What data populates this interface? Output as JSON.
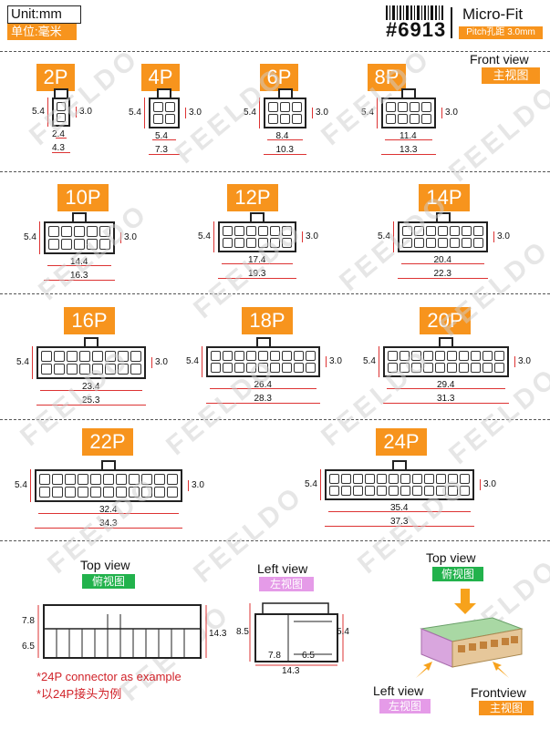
{
  "header": {
    "unit": "Unit:mm",
    "unit_cn": "单位:毫米",
    "model": "#6913",
    "title": "Micro-Fit",
    "pitch": "Pitch孔距 3.0mm"
  },
  "front_view": {
    "title": "Front view",
    "cn": "主视图"
  },
  "watermark": "FEELDO",
  "connectors": [
    {
      "label": "2P",
      "h": "5.4",
      "p": "3.0",
      "w1": "2.4",
      "w2": "4.3"
    },
    {
      "label": "4P",
      "h": "5.4",
      "p": "3.0",
      "w1": "5.4",
      "w2": "7.3"
    },
    {
      "label": "6P",
      "h": "5.4",
      "p": "3.0",
      "w1": "8.4",
      "w2": "10.3"
    },
    {
      "label": "8P",
      "h": "5.4",
      "p": "3.0",
      "w1": "11.4",
      "w2": "13.3"
    },
    {
      "label": "10P",
      "h": "5.4",
      "p": "3.0",
      "w1": "14.4",
      "w2": "16.3"
    },
    {
      "label": "12P",
      "h": "5.4",
      "p": "3.0",
      "w1": "17.4",
      "w2": "19.3"
    },
    {
      "label": "14P",
      "h": "5.4",
      "p": "3.0",
      "w1": "20.4",
      "w2": "22.3"
    },
    {
      "label": "16P",
      "h": "5.4",
      "p": "3.0",
      "w1": "23.4",
      "w2": "25.3"
    },
    {
      "label": "18P",
      "h": "5.4",
      "p": "3.0",
      "w1": "26.4",
      "w2": "28.3"
    },
    {
      "label": "20P",
      "h": "5.4",
      "p": "3.0",
      "w1": "29.4",
      "w2": "31.3"
    },
    {
      "label": "22P",
      "h": "5.4",
      "p": "3.0",
      "w1": "32.4",
      "w2": "34.3"
    },
    {
      "label": "24P",
      "h": "5.4",
      "p": "3.0",
      "w1": "35.4",
      "w2": "37.3"
    }
  ],
  "top_view": {
    "title": "Top view",
    "cn": "俯视图",
    "d1": "7.8",
    "d2": "6.5",
    "d3": "14.3"
  },
  "left_view": {
    "title": "Left view",
    "cn": "左视图",
    "d1": "8.5",
    "d2": "5.4",
    "d3": "7.8",
    "d4": "6.5",
    "d5": "14.3"
  },
  "iso": {
    "top_title": "Top view",
    "top_cn": "俯视图",
    "left_title": "Left view",
    "left_cn": "左视图",
    "front_title": "Frontview",
    "front_cn": "主视图"
  },
  "notes": {
    "en": "*24P connector as example",
    "cn": "*以24P接头为例"
  },
  "colors": {
    "accent": "#f7941d",
    "green": "#22b24c",
    "pink": "#e59be8",
    "dim_red": "#d33333"
  }
}
